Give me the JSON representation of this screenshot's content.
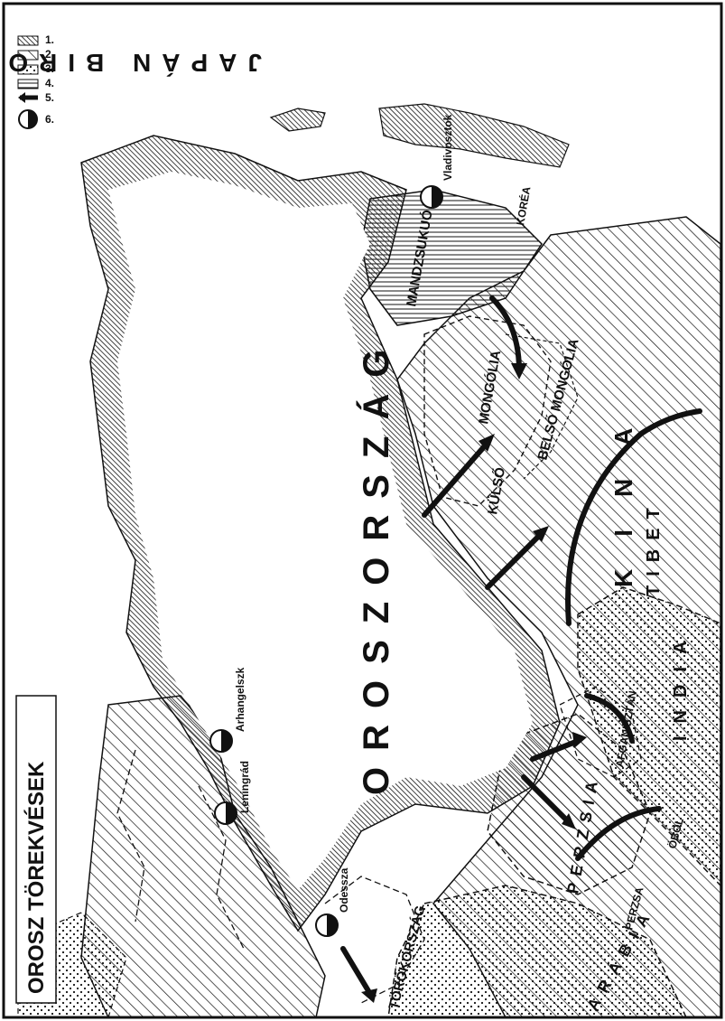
{
  "title": "OROSZ TÖREKVÉSEK",
  "regions": {
    "russia": "OROSZORSZÁG",
    "china": "KINA",
    "japan": "JAPÁN BIRODALOM",
    "tibet": "TIBET",
    "india": "INDIA",
    "persia": "PERZSIA",
    "arabia": "ARÁBIA",
    "turkey": "TÖRÖKORSZÁG",
    "afghanistan": "AFGANISZTÁN",
    "outer_mongolia_a": "KÜLSŐ",
    "outer_mongolia_b": "MONGÓLIA",
    "inner_mongolia": "BELSŐ MONGÓLIA",
    "manchukuo": "MANDZSUKUÓ",
    "korea": "KORÉA",
    "persian_gulf_a": "PERZSA",
    "persian_gulf_b": "ÖBÖL"
  },
  "cities": {
    "vladivostok": "Vladivosztok",
    "arkhangelsk": "Arhangelszk",
    "leningrad": "Leningrád",
    "odessa": "Odessza"
  },
  "legend": {
    "n1": "1.",
    "n2": "2.",
    "n3": "3.",
    "n4": "4.",
    "n5": "5.",
    "n6": "6."
  },
  "colors": {
    "ink": "#111111",
    "paper": "#ffffff"
  }
}
